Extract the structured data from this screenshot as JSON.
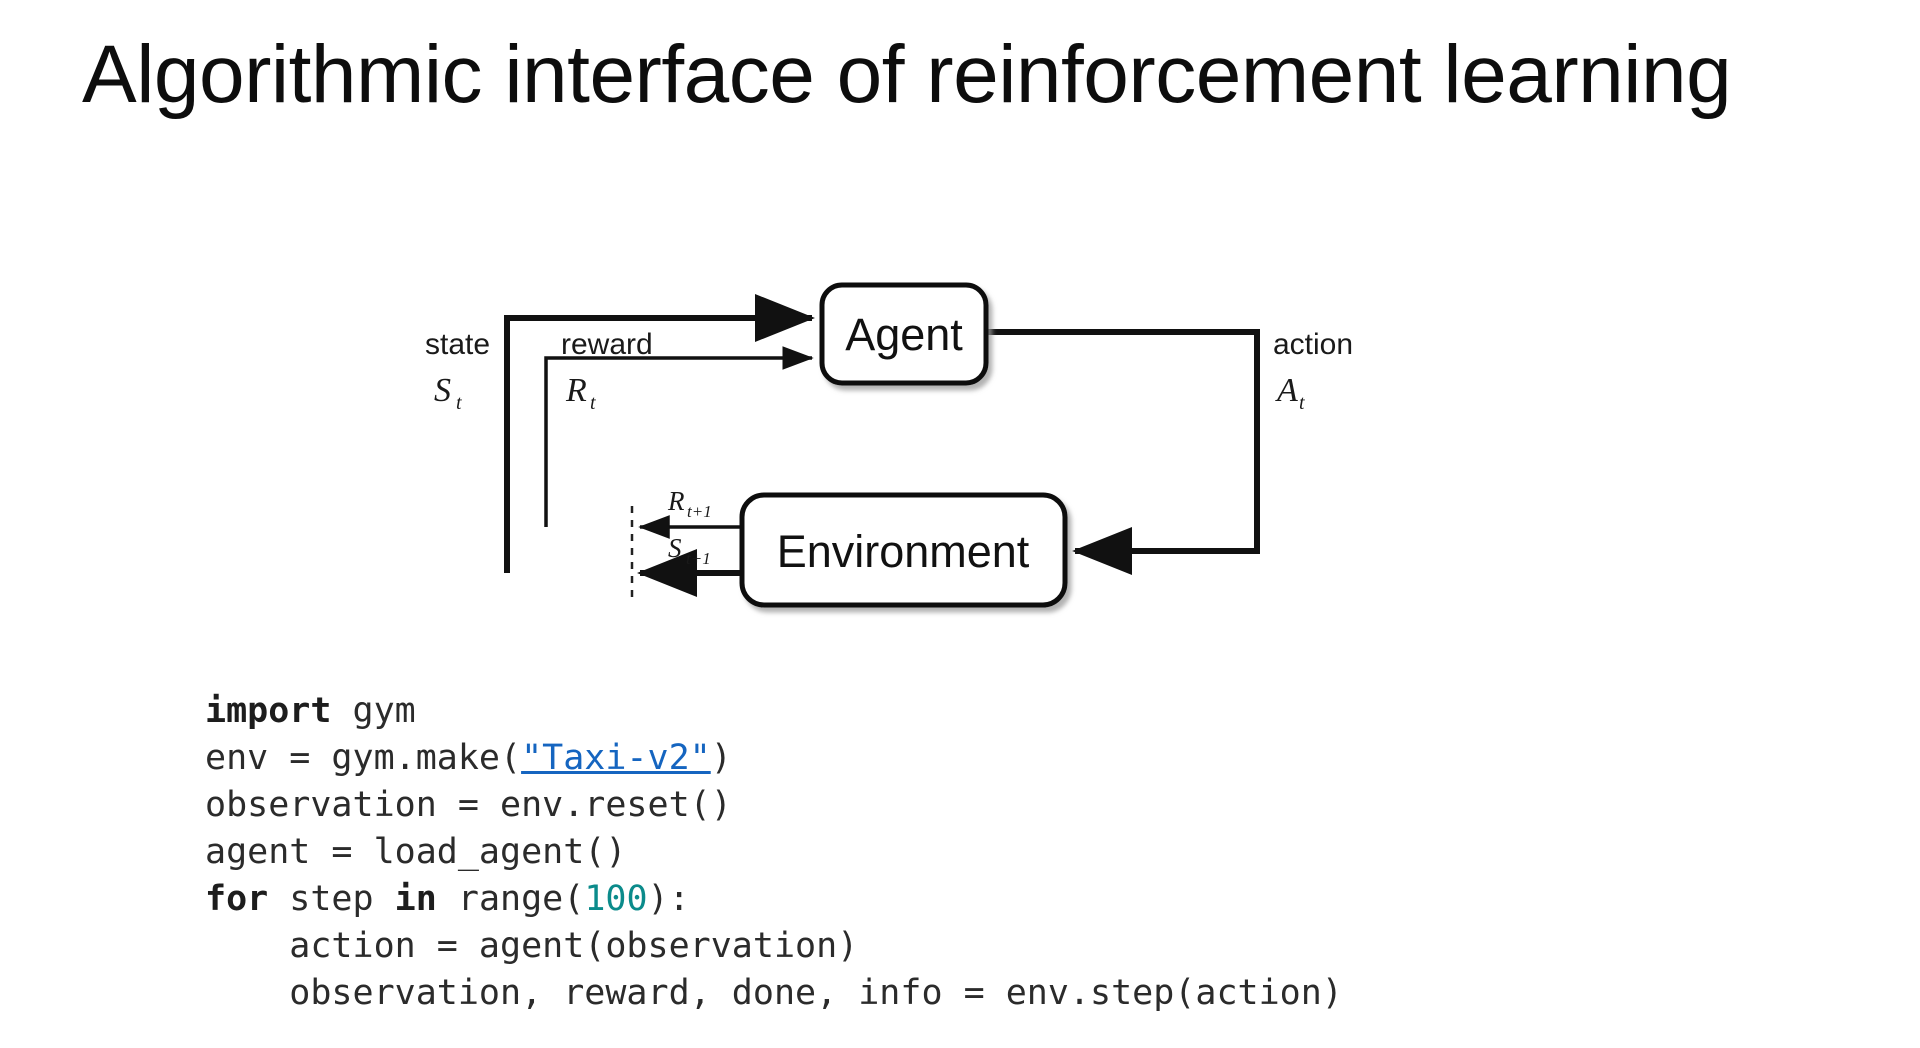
{
  "slide": {
    "title": "Algorithmic interface of reinforcement learning",
    "background_color": "#ffffff"
  },
  "diagram": {
    "name": "agent-environment-interaction-loop",
    "nodes": [
      {
        "id": "agent",
        "label": "Agent"
      },
      {
        "id": "environment",
        "label": "Environment"
      }
    ],
    "edge_labels": {
      "state_word": "state",
      "state_symbol": "S",
      "state_subscript": "t",
      "reward_word": "reward",
      "reward_symbol": "R",
      "reward_subscript": "t",
      "action_word": "action",
      "action_symbol": "A",
      "action_subscript": "t",
      "next_reward_symbol": "R",
      "next_reward_subscript": "t+1",
      "next_state_symbol": "S",
      "next_state_subscript": "t+1"
    },
    "line_color": "#111111",
    "dashed_divider": true
  },
  "code": {
    "language": "python",
    "link_color": "#1565c0",
    "number_color": "#0b8b8b",
    "text_color": "#2b2b2b",
    "lines": [
      {
        "id": "line-1",
        "tokens": [
          {
            "text": "import",
            "style": "keyword"
          },
          {
            "text": " gym",
            "style": "plain"
          }
        ]
      },
      {
        "id": "line-2",
        "tokens": [
          {
            "text": "env = gym.make(",
            "style": "plain"
          },
          {
            "text": "\"Taxi-v2\"",
            "style": "link"
          },
          {
            "text": ")",
            "style": "plain"
          }
        ]
      },
      {
        "id": "line-3",
        "tokens": [
          {
            "text": "observation = env.reset()",
            "style": "plain"
          }
        ]
      },
      {
        "id": "line-4",
        "tokens": [
          {
            "text": "agent = load_agent()",
            "style": "plain"
          }
        ]
      },
      {
        "id": "line-5",
        "tokens": [
          {
            "text": "for",
            "style": "keyword"
          },
          {
            "text": " step ",
            "style": "plain"
          },
          {
            "text": "in",
            "style": "keyword"
          },
          {
            "text": " range(",
            "style": "plain"
          },
          {
            "text": "100",
            "style": "number"
          },
          {
            "text": "):",
            "style": "plain"
          }
        ]
      },
      {
        "id": "line-6",
        "tokens": [
          {
            "text": "    action = agent(observation)",
            "style": "plain"
          }
        ]
      },
      {
        "id": "line-7",
        "tokens": [
          {
            "text": "    observation, reward, done, info = env.step(action)",
            "style": "plain"
          }
        ]
      }
    ]
  }
}
